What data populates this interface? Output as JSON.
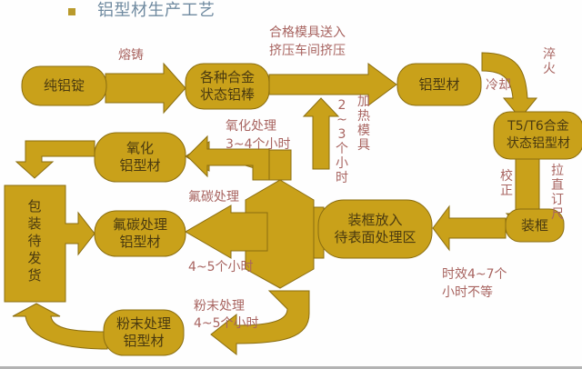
{
  "title": "铝型材生产工艺",
  "colors": {
    "fill": "#c9a11a",
    "stroke": "#8a6d10",
    "label": "#a86460",
    "title": "#6f8aa0"
  },
  "nodes": {
    "ingot": "纯铝锭",
    "alloy_rod": "各种合金\n状态铝棒",
    "profile": "铝型材",
    "t5t6": "T5/T6合金\n状态铝型材",
    "framing": "装框",
    "staging": "装框放入\n待表面处理区",
    "oxidized": "氧化\n铝型材",
    "fluorocarbon": "氟碳处理\n铝型材",
    "powder": "粉末处理\n铝型材",
    "packing": "包装待发货"
  },
  "edges": {
    "casting": "熔铸",
    "extrusion": "合格模具送入\n挤压车间挤压",
    "die_heating_a": "2~3个小时",
    "die_heating_b": "加热模具",
    "cooling": "冷却",
    "quench": "淬火",
    "correction": "校正",
    "stretch": "拉直订尺",
    "aging": "时效4~7个\n小时不等",
    "oxidation_a": "氧化处理",
    "oxidation_b": "3~4个小时",
    "fluoro_a": "氟碳处理",
    "fluoro_b": "4~5个小时",
    "powder_a": "粉末处理",
    "powder_b": "4~5个小时"
  }
}
